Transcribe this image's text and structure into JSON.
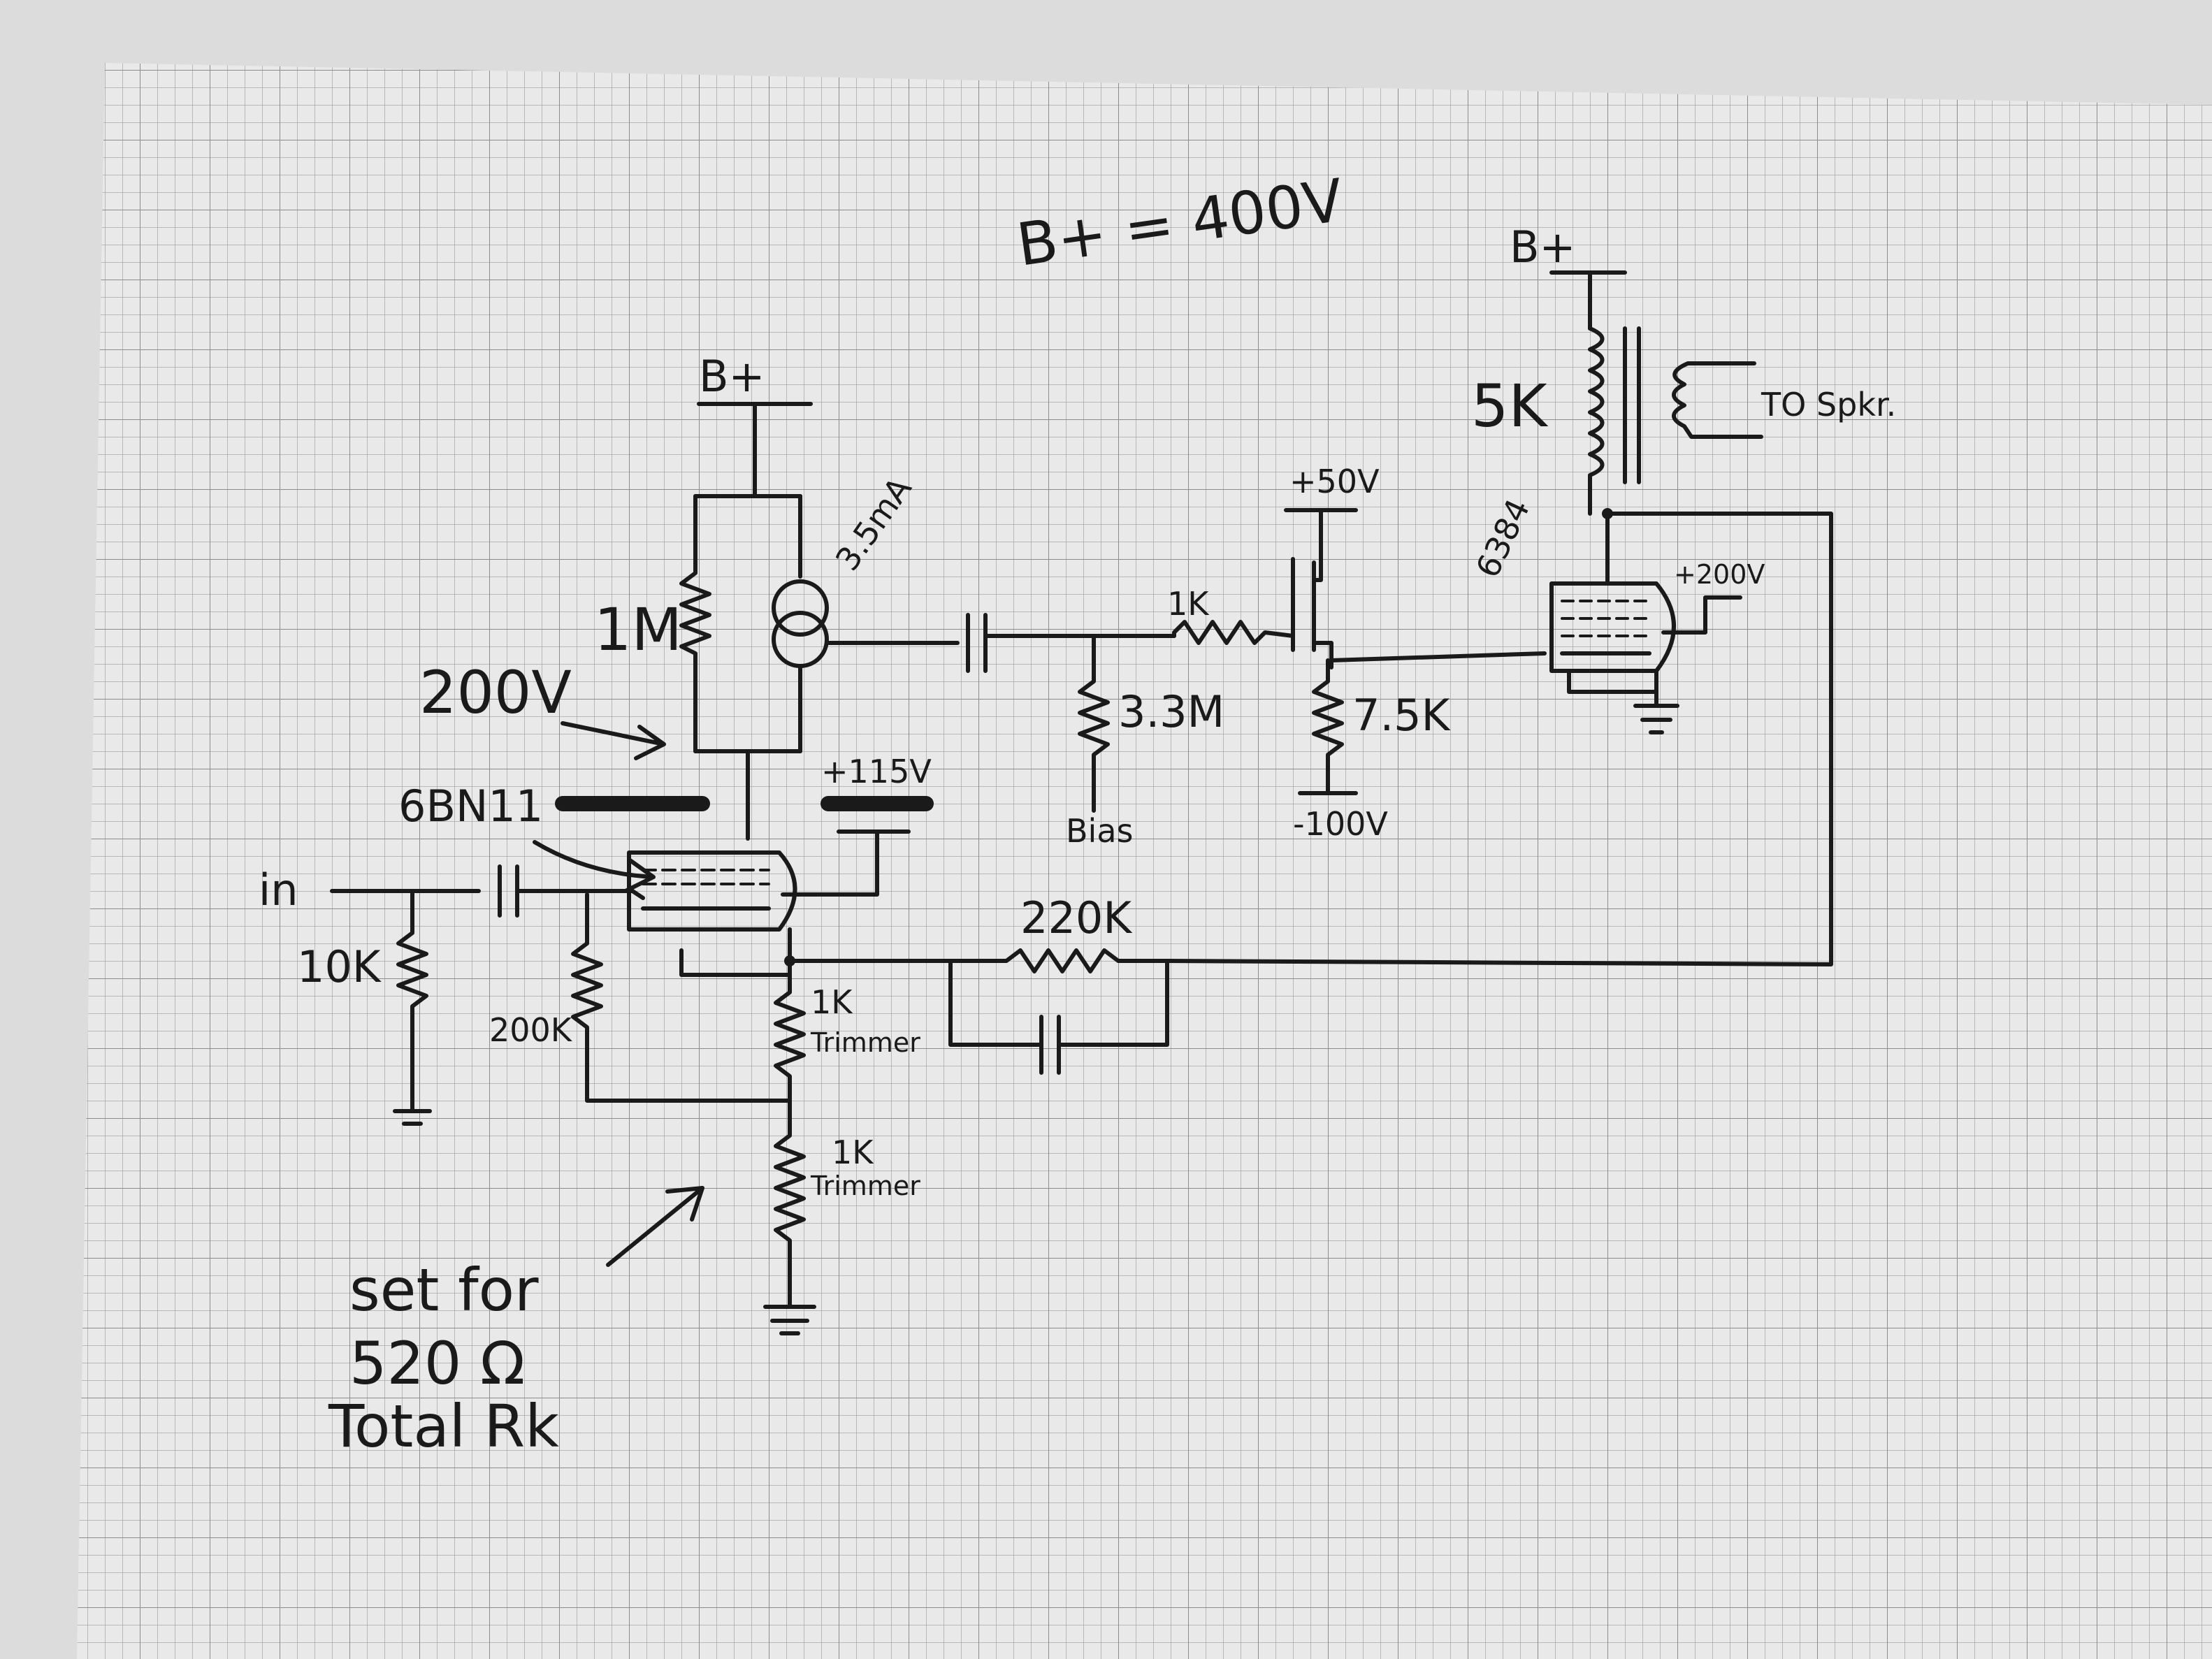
{
  "paper": {
    "background": "#dcdcdc",
    "sheet_color": "#e9e9e9",
    "grid_color": "#9a9a9a",
    "ink_color": "#1a1a1a"
  },
  "labels": {
    "supply_note": "B+ = 400V",
    "bplus_left": "B+",
    "bplus_right": "B+",
    "plate_resistor": "1M",
    "ccs_current": "3.5mA",
    "plate_voltage": "200V",
    "screen_voltage": "+115V",
    "tube_input": "6BN11",
    "coupling_to_grid_resistor": "1K",
    "grid_leak": "3.3M",
    "bias_label": "Bias",
    "follower_supply": "+50V",
    "follower_load": "7.5K",
    "negative_supply": "-100V",
    "output_tube": "6384",
    "output_screen_voltage": "+200V",
    "transformer_primary": "5K",
    "speaker_label": "TO Spkr.",
    "input_label": "in",
    "input_resistor": "10K",
    "grid_resistor": "200K",
    "feedback_resistor": "220K",
    "cathode_trimmer_1": "1K",
    "cathode_trimmer_1_sub": "Trimmer",
    "cathode_trimmer_2": "1K",
    "cathode_trimmer_2_sub": "Trimmer",
    "note_line1": "set for",
    "note_line2": "520 Ω",
    "note_line3": "Total Rk"
  }
}
